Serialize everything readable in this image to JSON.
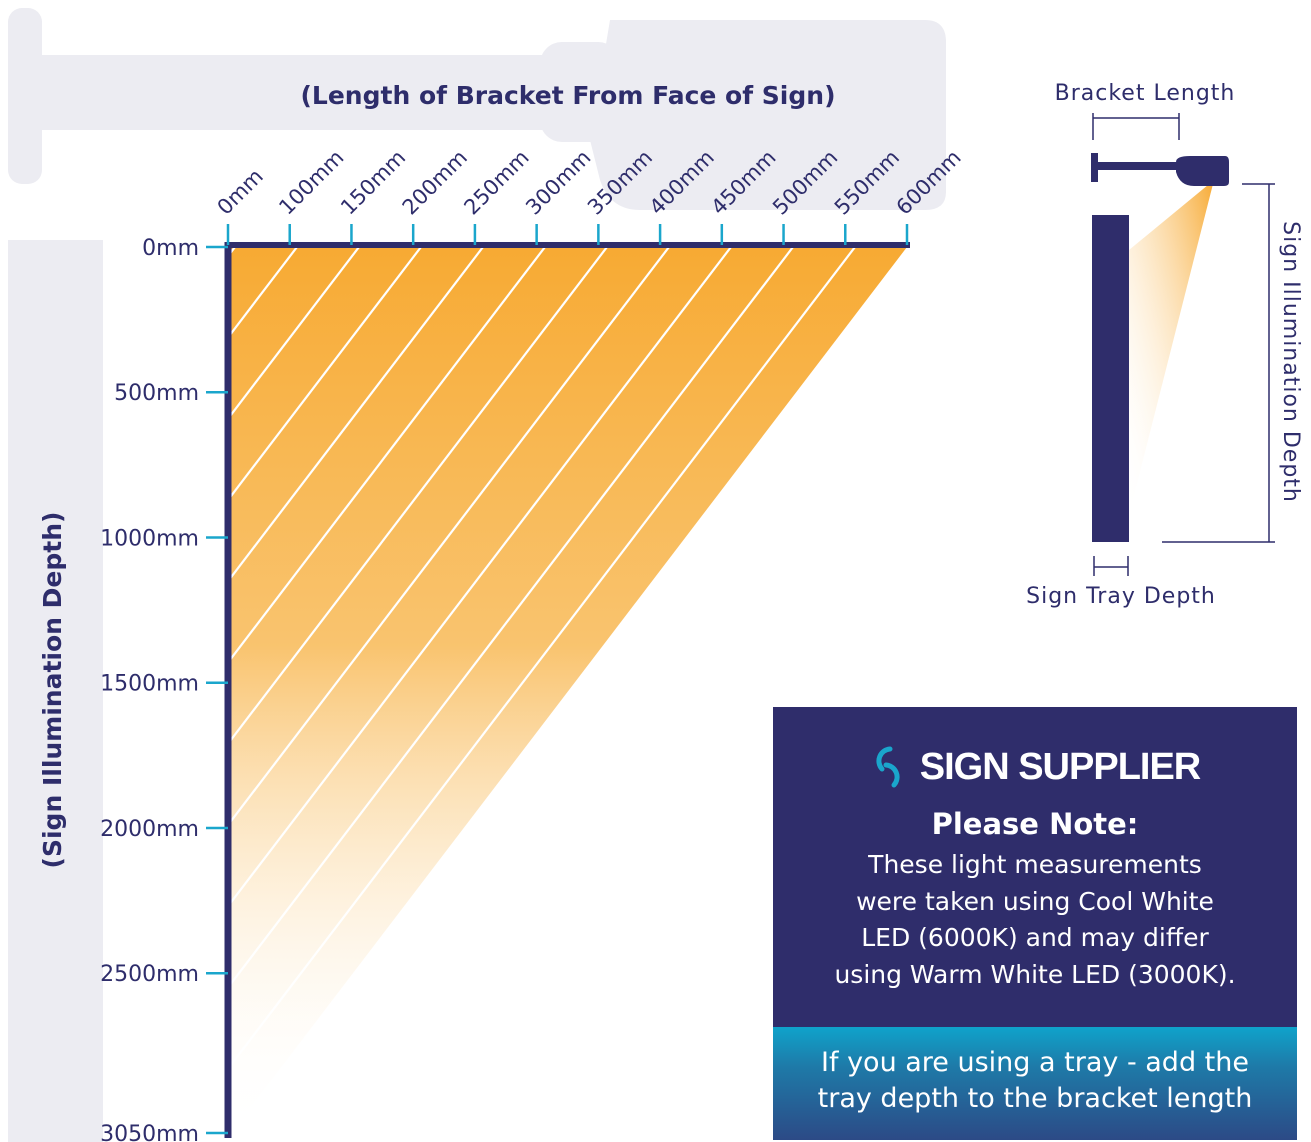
{
  "chart_data": {
    "type": "diagram",
    "title": "(Length of Bracket From Face of Sign)",
    "xlabel": "(Length of Bracket From Face of Sign)",
    "ylabel": "(Sign Illumination Depth)",
    "x_ticks": [
      "0mm",
      "100mm",
      "150mm",
      "200mm",
      "250mm",
      "300mm",
      "350mm",
      "400mm",
      "450mm",
      "500mm",
      "550mm",
      "600mm"
    ],
    "y_ticks": [
      {
        "label": "0mm",
        "value": 0
      },
      {
        "label": "500mm",
        "value": 500
      },
      {
        "label": "1000mm",
        "value": 1000
      },
      {
        "label": "1500mm",
        "value": 1500
      },
      {
        "label": "2000mm",
        "value": 2000
      },
      {
        "label": "2500mm",
        "value": 2500
      },
      {
        "label": "3050mm",
        "value": 3050
      }
    ],
    "y_max": 3050,
    "x_max": 600,
    "colors": {
      "navy": "#2f2d6b",
      "orange": "#f7aa33",
      "tick": "#1aa6cc",
      "label_band": "#ececf2"
    }
  },
  "inset": {
    "bracket_length_label": "Bracket Length",
    "illumination_depth_label": "Sign Illumination Depth",
    "tray_depth_label": "Sign Tray Depth"
  },
  "note": {
    "brand_icon": "sign-supplier-logo-icon",
    "brand": "SIGN SUPPLIER",
    "title": "Please Note:",
    "lines": [
      "These light measurements",
      "were taken using Cool White",
      "LED (6000K) and may differ",
      "using Warm White LED (3000K)."
    ],
    "tray_lines": [
      "If you are using a tray - add the",
      "tray depth to the bracket length"
    ]
  }
}
